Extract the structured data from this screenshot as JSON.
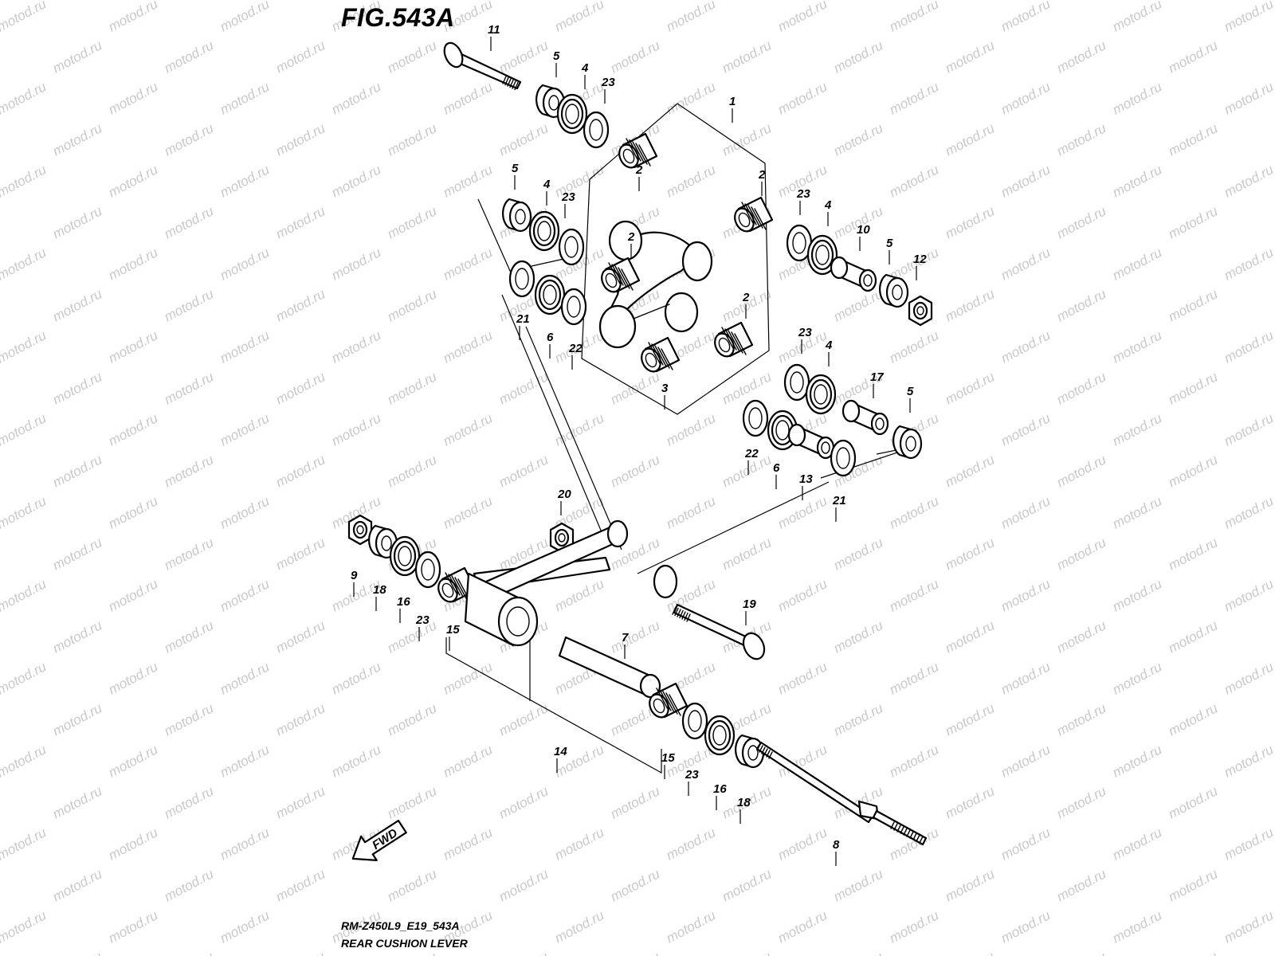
{
  "figure": {
    "title": "FIG.543A",
    "code": "RM-Z450L9_E19_543A",
    "name": "REAR CUSHION LEVER",
    "watermark": "motod.ru",
    "fwd_label": "FWD"
  },
  "parts": [
    {
      "id": "p11",
      "ref": "11",
      "shape": "bolt-head-left"
    },
    {
      "id": "p5a",
      "ref": "5",
      "shape": "spacer"
    },
    {
      "id": "p4a",
      "ref": "4",
      "shape": "seal"
    },
    {
      "id": "p23a",
      "ref": "23",
      "shape": "washer"
    },
    {
      "id": "p1",
      "ref": "1",
      "shape": "lever-assembly"
    },
    {
      "id": "p2a",
      "ref": "2",
      "shape": "bearing"
    },
    {
      "id": "p2b",
      "ref": "2",
      "shape": "bearing"
    },
    {
      "id": "p2c",
      "ref": "2",
      "shape": "bearing"
    },
    {
      "id": "p2d",
      "ref": "2",
      "shape": "bearing"
    },
    {
      "id": "p3",
      "ref": "3",
      "shape": "bearing"
    },
    {
      "id": "p5b",
      "ref": "5",
      "shape": "spacer"
    },
    {
      "id": "p4b",
      "ref": "4",
      "shape": "seal"
    },
    {
      "id": "p23b",
      "ref": "23",
      "shape": "washer"
    },
    {
      "id": "p21a",
      "ref": "21",
      "shape": "washer"
    },
    {
      "id": "p6a",
      "ref": "6",
      "shape": "seal"
    },
    {
      "id": "p22a",
      "ref": "22",
      "shape": "washer"
    },
    {
      "id": "p23c",
      "ref": "23",
      "shape": "washer"
    },
    {
      "id": "p4c",
      "ref": "4",
      "shape": "seal"
    },
    {
      "id": "p10",
      "ref": "10",
      "shape": "collar"
    },
    {
      "id": "p5c",
      "ref": "5",
      "shape": "spacer"
    },
    {
      "id": "p12",
      "ref": "12",
      "shape": "nut"
    },
    {
      "id": "p23d",
      "ref": "23",
      "shape": "washer"
    },
    {
      "id": "p4d",
      "ref": "4",
      "shape": "seal"
    },
    {
      "id": "p17",
      "ref": "17",
      "shape": "collar"
    },
    {
      "id": "p5d",
      "ref": "5",
      "shape": "spacer"
    },
    {
      "id": "p22b",
      "ref": "22",
      "shape": "washer"
    },
    {
      "id": "p6b",
      "ref": "6",
      "shape": "seal"
    },
    {
      "id": "p13",
      "ref": "13",
      "shape": "collar"
    },
    {
      "id": "p21b",
      "ref": "21",
      "shape": "washer"
    },
    {
      "id": "p20",
      "ref": "20",
      "shape": "nut"
    },
    {
      "id": "p9",
      "ref": "9",
      "shape": "nut"
    },
    {
      "id": "p18a",
      "ref": "18",
      "shape": "spacer"
    },
    {
      "id": "p16a",
      "ref": "16",
      "shape": "seal"
    },
    {
      "id": "p23e",
      "ref": "23",
      "shape": "washer"
    },
    {
      "id": "p15a",
      "ref": "15",
      "shape": "bearing"
    },
    {
      "id": "p14",
      "ref": "14",
      "shape": "rod-assembly"
    },
    {
      "id": "p19",
      "ref": "19",
      "shape": "bolt-head-right"
    },
    {
      "id": "p7",
      "ref": "7",
      "shape": "pipe"
    },
    {
      "id": "p15b",
      "ref": "15",
      "shape": "bearing"
    },
    {
      "id": "p23f",
      "ref": "23",
      "shape": "washer"
    },
    {
      "id": "p16b",
      "ref": "16",
      "shape": "seal"
    },
    {
      "id": "p18b",
      "ref": "18",
      "shape": "spacer"
    },
    {
      "id": "p8",
      "ref": "8",
      "shape": "bolt-long"
    }
  ]
}
